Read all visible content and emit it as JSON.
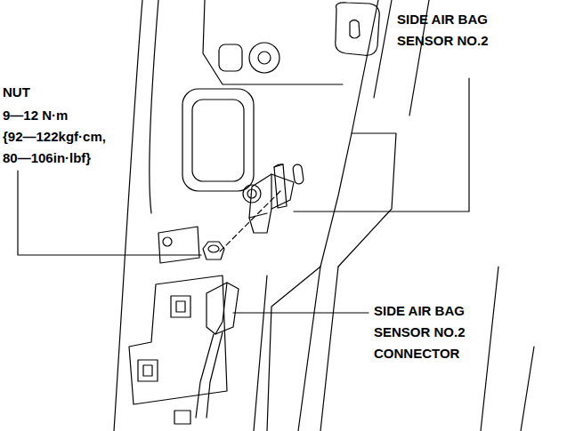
{
  "diagram": {
    "labels": [
      "SIDE AIR BAG SENSOR NO.2",
      "NUT",
      "9—12 N·m",
      "{92—122kgf·cm,",
      "80—106in·lbf}",
      "SIDE AIR BAG SENSOR NO.2 CONNECTOR"
    ]
  }
}
